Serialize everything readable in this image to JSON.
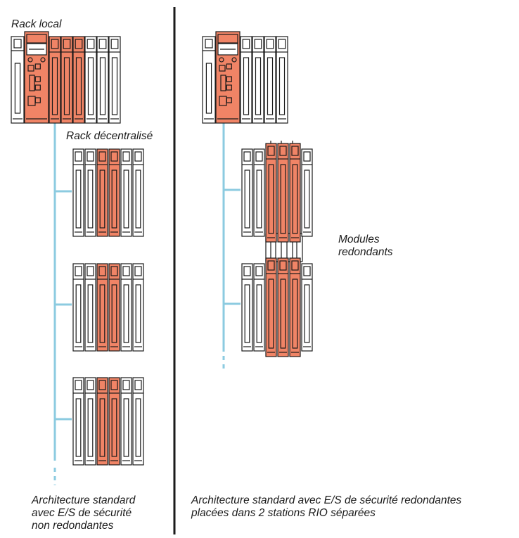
{
  "labels": {
    "rack_local": "Rack local",
    "rack_decentralise": "Rack décentralisé",
    "modules_redondants_1": "Modules",
    "modules_redondants_2": "redondants",
    "caption_left_1": "Architecture standard",
    "caption_left_2": "avec E/S de sécurité",
    "caption_left_3": "non redondantes",
    "caption_right_1": "Architecture standard avec E/S de sécurité redondantes",
    "caption_right_2": "placées dans 2 stations RIO séparées"
  },
  "colors": {
    "highlight": "#f08466",
    "bus": "#8ccbe0",
    "outline": "#1a1a1a",
    "divider": "#1a1a1a"
  }
}
